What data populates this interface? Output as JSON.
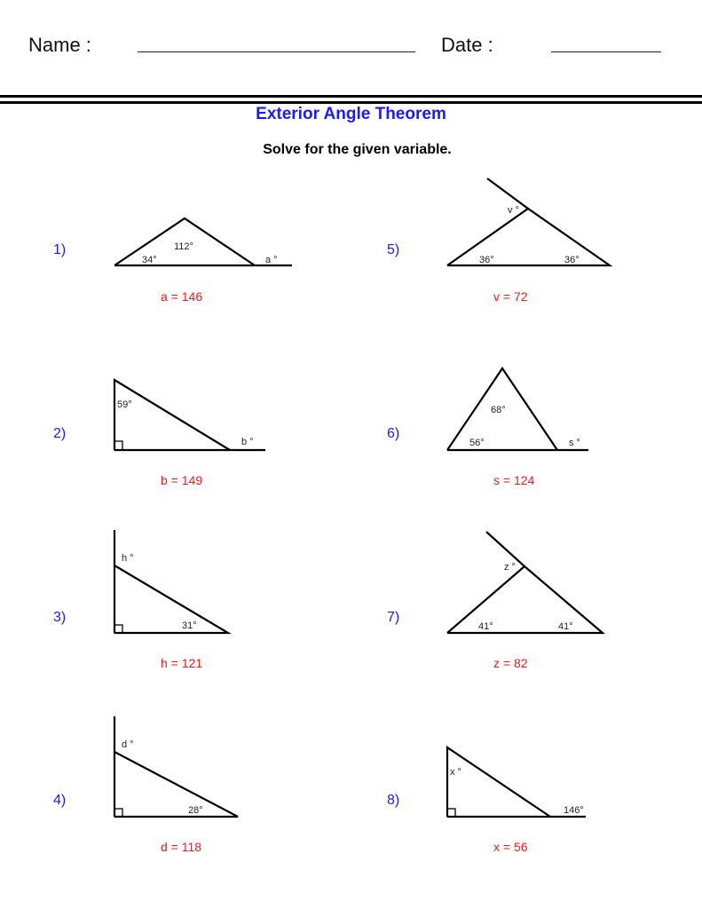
{
  "header": {
    "name_label": "Name :",
    "date_label": "Date :"
  },
  "worksheet": {
    "title": "Exterior Angle Theorem",
    "instruction": "Solve for the given variable."
  },
  "problems": [
    {
      "number": "1)",
      "labels": {
        "angle1": "34°",
        "angle2": "112°",
        "exterior": "a °"
      },
      "answer": "a = 146"
    },
    {
      "number": "2)",
      "labels": {
        "angle1": "59°",
        "exterior": "b °"
      },
      "answer": "b = 149"
    },
    {
      "number": "3)",
      "labels": {
        "exterior": "h °",
        "angle1": "31°"
      },
      "answer": "h = 121"
    },
    {
      "number": "4)",
      "labels": {
        "exterior": "d °",
        "angle1": "28°"
      },
      "answer": "d = 118"
    },
    {
      "number": "5)",
      "labels": {
        "exterior": "v °",
        "angle1": "36°",
        "angle2": "36°"
      },
      "answer": "v = 72"
    },
    {
      "number": "6)",
      "labels": {
        "angle2": "68°",
        "angle1": "56°",
        "exterior": "s °"
      },
      "answer": "s = 124"
    },
    {
      "number": "7)",
      "labels": {
        "exterior": "z °",
        "angle1": "41°",
        "angle2": "41°"
      },
      "answer": "z = 82"
    },
    {
      "number": "8)",
      "labels": {
        "unknown": "x °",
        "exterior": "146°"
      },
      "answer": "x = 56"
    }
  ]
}
